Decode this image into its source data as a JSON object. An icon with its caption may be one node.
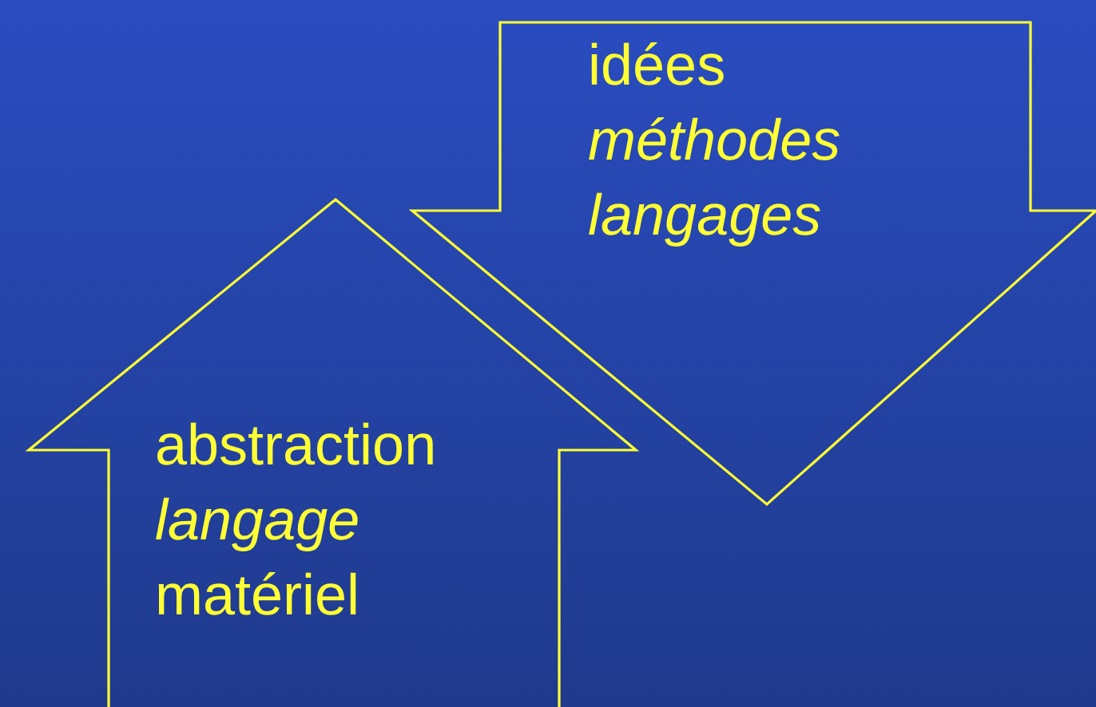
{
  "diagram": {
    "nodes": [
      {
        "text": [
          "idées",
          "méthodes",
          "langages"
        ]
      },
      {
        "text": [
          "abstraction",
          "langage",
          "matériel"
        ]
      }
    ]
  }
}
